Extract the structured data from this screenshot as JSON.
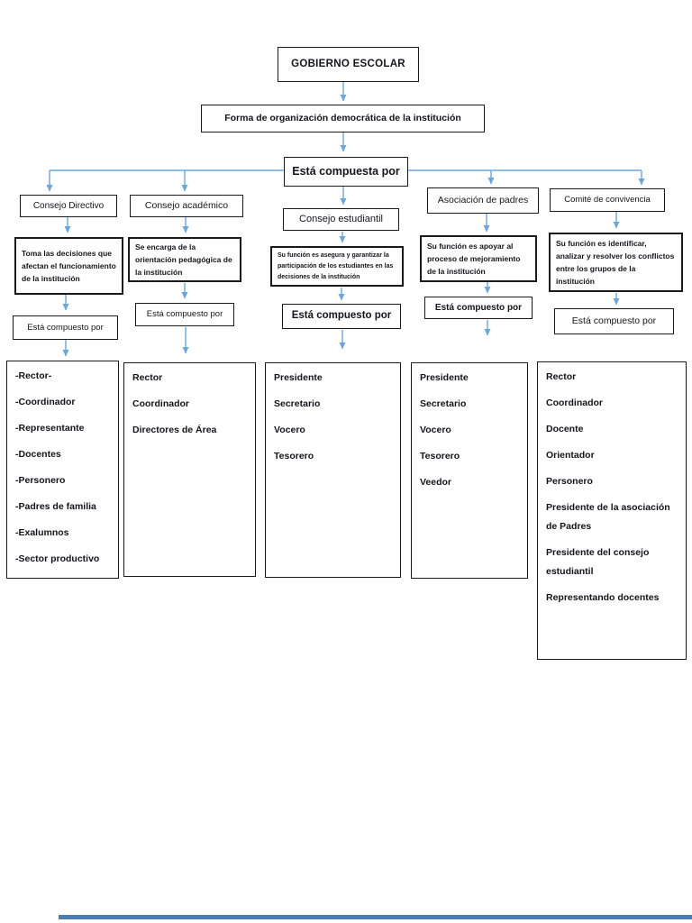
{
  "title": "GOBIERNO ESCOLAR",
  "subtitle": "Forma de organización democrática de la institución",
  "composed_label": "Está compuesta por",
  "colors": {
    "connector_line": "#6ca6dd",
    "box_border": "#1a1a1a",
    "text": "#14141c",
    "bottom_bar": "#4a7cba"
  },
  "columns": [
    {
      "header": "Consejo Directivo",
      "description": "Toma las decisiones que afectan el funcionamiento de la institución",
      "connector": "Está compuesto por",
      "members": [
        "-Rector-",
        "-Coordinador",
        "-Representante",
        "-Docentes",
        "-Personero",
        "-Padres de familia",
        "-Exalumnos",
        "-Sector productivo"
      ]
    },
    {
      "header": "Consejo académico",
      "description": "Se encarga de la orientación pedagógica de la institución",
      "connector": "Está compuesto por",
      "members": [
        "Rector",
        "Coordinador",
        "Directores de Área"
      ]
    },
    {
      "header": "Consejo estudiantil",
      "description": "Su función es asegura y garantizar la participación de los estudiantes en las decisiones de la institución",
      "connector": "Está compuesto por",
      "members": [
        "Presidente",
        "Secretario",
        "Vocero",
        "Tesorero"
      ]
    },
    {
      "header": "Asociación de padres",
      "description": "Su función es apoyar al proceso de mejoramiento de la institución",
      "connector": "Está compuesto por",
      "members": [
        "Presidente",
        "Secretario",
        "Vocero",
        "Tesorero",
        "Veedor"
      ]
    },
    {
      "header": "Comité de convivencia",
      "description": "Su función es identificar, analizar y resolver los conflictos entre los grupos de la institución",
      "connector": "Está compuesto por",
      "members": [
        "Rector",
        "Coordinador",
        "Docente",
        "Orientador",
        "Personero",
        "Presidente de la asociación de Padres",
        "Presidente del consejo estudiantil",
        "Representando docentes"
      ]
    }
  ]
}
